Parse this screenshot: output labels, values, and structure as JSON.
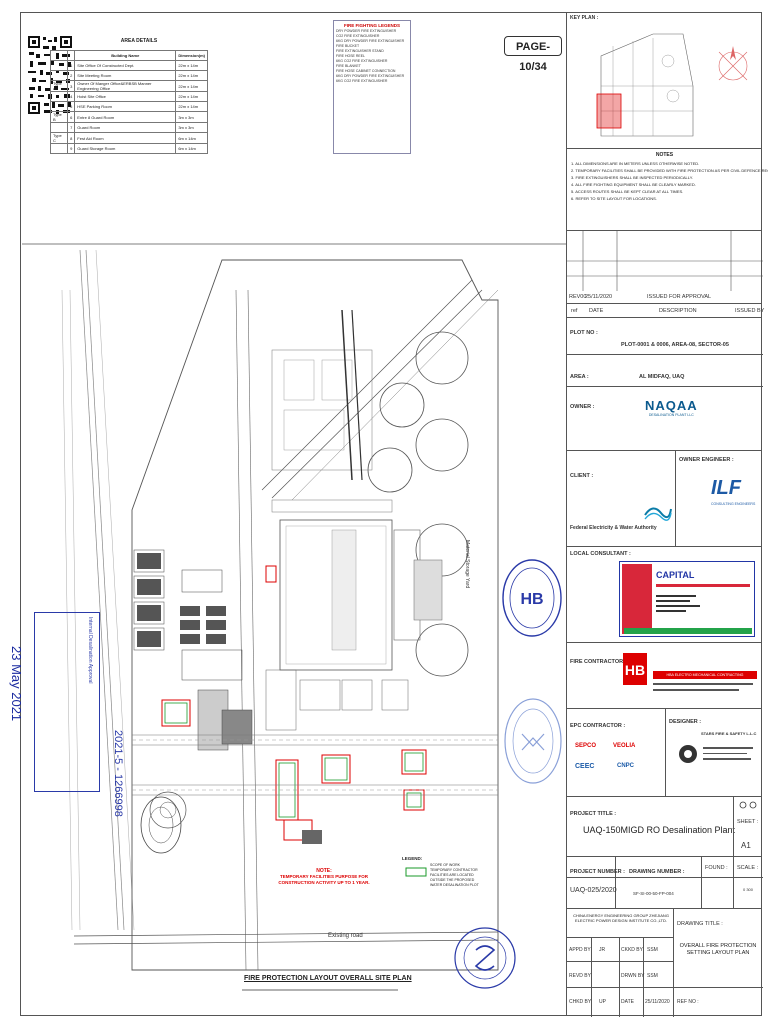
{
  "page_badge": "PAGE-10/34",
  "area_details": {
    "title": "AREA DETAILS",
    "headers": [
      "",
      "",
      "Building Name",
      "Dimension(m)"
    ],
    "rows": [
      [
        "",
        "1",
        "Site Office Of Constructed Dept.",
        "22m x 14m"
      ],
      [
        "",
        "2",
        "Site Meeting Room",
        "22m x 14m"
      ],
      [
        "Type A",
        "3",
        "Owner Of Manger Office&ERBSB Manner Engineering Office",
        "22m x 14m"
      ],
      [
        "",
        "4",
        "Hoist Site Office",
        "22m x 14m"
      ],
      [
        "",
        "5",
        "HSE Parking Room",
        "22m x 14m"
      ],
      [
        "Type B",
        "6",
        "Entre 8 Guard Room",
        "3m x 3m"
      ],
      [
        "",
        "7",
        "Guard Room",
        "3m x 3m"
      ],
      [
        "Type C",
        "8",
        "Fest Aid Room",
        "6m x 14m"
      ],
      [
        "",
        "9",
        "Guard Storage Room",
        "6m x 14m"
      ]
    ]
  },
  "fire_legend": {
    "title": "FIRE FIGHTING LEGENDS",
    "items": [
      "DRY POWDER FIRE EXTINGUISHER",
      "CO2 FIRE EXTINGUISHER",
      "6KG DRY POWDER FIRE EXTINGUISHER",
      "FIRE BUCKET",
      "FIRE EXTINGUISHER STAND",
      "FIRE HOSE REEL",
      "6KG CO2 FIRE EXTINGUISHER",
      "FIRE BLANKET",
      "FIRE HOSE CABINET CONNECTION",
      "6KG DRY POWDER FIRE EXTINGUISHER",
      "6KG CO2 FIRE EXTINGUISHER"
    ]
  },
  "key_plan": {
    "title": "KEY PLAN :"
  },
  "notes": {
    "title": "NOTES",
    "lines": [
      "1. ALL DIMENSIONS ARE IN METERS UNLESS OTHERWISE NOTED.",
      "2. TEMPORARY FACILITIES SHALL BE PROVIDED WITH FIRE PROTECTION AS PER CIVIL DEFENCE REQUIREMENTS.",
      "3. FIRE EXTINGUISHERS SHALL BE INSPECTED PERIODICALLY.",
      "4. ALL FIRE FIGHTING EQUIPMENT SHALL BE CLEARLY MARKED.",
      "5. ACCESS ROUTES SHALL BE KEPT CLEAR AT ALL TIMES.",
      "6. REFER TO SITE LAYOUT FOR LOCATIONS."
    ]
  },
  "revision": {
    "rev": "REV00",
    "date": "25/11/2020",
    "desc": "ISSUED FOR APPROVAL",
    "h_rev": "ref",
    "h_date": "DATE",
    "h_desc": "DESCRIPTION",
    "h_issued": "ISSUED BY"
  },
  "plot_no": {
    "label": "PLOT NO :",
    "value": "PLOT-0001 & 0006, AREA-08, SECTOR-05"
  },
  "area": {
    "label": "AREA :",
    "value": "AL MIDFAQ, UAQ"
  },
  "owner": {
    "label": "OWNER :",
    "logo_text": "NAQAA",
    "logo_sub": "DESALINATION PLANT LLC"
  },
  "client": {
    "label": "CLIENT :",
    "name": "Federal Electricity & Water Authority"
  },
  "owner_engineer": {
    "label": "OWNER ENGINEER :",
    "logo": "ILF",
    "sub": "CONSULTING ENGINEERS"
  },
  "local_consultant": {
    "label": "LOCAL CONSULTANT :",
    "name": "CAPITAL"
  },
  "fire_contractor": {
    "label": "FIRE CONTRACTOR :",
    "name": "HBA ELECTRO MECHANICAL CONTRACTING"
  },
  "epc": {
    "label": "EPC CONTRACTOR :",
    "designer_label": "DESIGNER :",
    "designer": "STARS FIRE & SAFETY L.L.C",
    "logos": [
      "SEPCO",
      "VEOLIA",
      "CEEC",
      "CNPC"
    ]
  },
  "project_title": {
    "label": "PROJECT TITLE :",
    "value": "UAQ-150MIGD RO Desalination Plant",
    "sheet_label": "SHEET :",
    "sheet_value": "A1"
  },
  "project_number": {
    "label": "PROJECT NUMBER :",
    "value": "UAQ-025/2020",
    "drawing_label": "DRAWING NUMBER :",
    "drawing_value": "SF-SI-00-50-FP-004",
    "found_label": "FOUND :",
    "scale_label": "SCALE :",
    "scale_value": "0 300"
  },
  "designer_info": {
    "name": "CHINA ENERGY ENGINEERING GROUP ZHEJIANG ELECTRIC POWER DESIGN INSTITUTE CO.,LTD.",
    "drawing_title_label": "DRAWING TITLE :",
    "drawing_title": "OVERALL FIRE PROTECTION SETTING LAYOUT PLAN",
    "apprd_by": "APPD BY",
    "apprd_val": "JR",
    "chkd": "CKKD BY",
    "chkd_val": "SSM",
    "revd_by": "REVD BY",
    "revd_val": "",
    "drwn_by": "DRWN BY",
    "drwn_val": "SSM",
    "date_label": "DATE",
    "date_val": "25/11/2020",
    "ref_no": "REF NO :",
    "chkd2": "CHKD BY",
    "chkd2_val": "UP"
  },
  "plan": {
    "title": "FIRE PROTECTION LAYOUT OVERALL SITE PLAN",
    "existing_road": "Existing road",
    "note_title": "NOTE:",
    "note_text": "TEMPORARY FACILITIES PURPOSE FOR CONSTRUCTION ACTIVITY UP TO 1 YEAR.",
    "legend_title": "LEGEND:",
    "legend_text": "SCOPE OF WORK TEMPORARY CONTRACTOR FACILITIES ARE LOCATED OUTSIDE THE PROPOSED WATER DESALINATION PLOT",
    "road_label": "Material Storage Yard"
  },
  "stamps": {
    "date_stamp": "23 May 2021",
    "number_stamp": "2021-5 - 1266998",
    "approval_text": "Internal Desalination Approval"
  },
  "colors": {
    "red": "#d00000",
    "blue": "#1a2aa0",
    "line": "#555555"
  }
}
